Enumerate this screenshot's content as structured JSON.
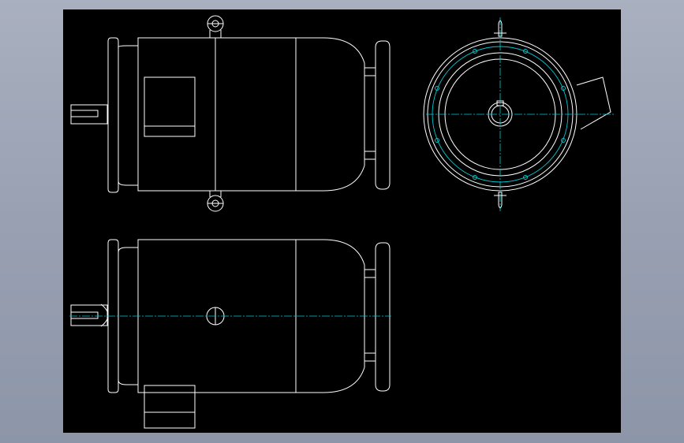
{
  "colors": {
    "background": "#98a0b2",
    "canvas": "#000000",
    "line": "#ffffff",
    "centerline": "#00c8d2"
  },
  "views": [
    "front-elevation",
    "end-view",
    "side-elevation"
  ]
}
